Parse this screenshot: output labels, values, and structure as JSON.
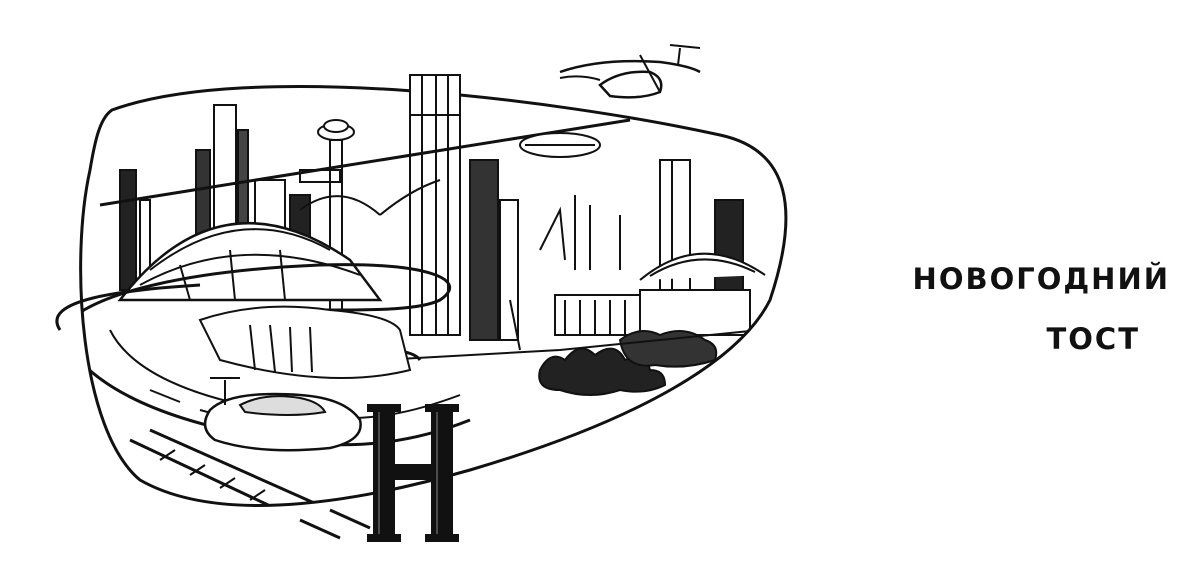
{
  "article": {
    "title_line_1": "НОВОГОДНИЙ",
    "title_line_2": "ТОСТ",
    "initial_letter": "Н"
  },
  "colors": {
    "ink": "#111111",
    "paper": "#ffffff"
  },
  "icons": {
    "illustration": "futuristic-city-illustration-icon",
    "drop_cap": "drop-cap-letter-icon"
  }
}
